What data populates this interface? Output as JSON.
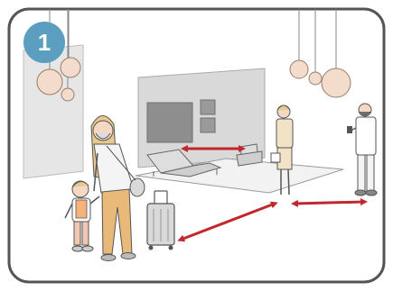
{
  "step": {
    "number": "1"
  },
  "colors": {
    "border": "#555555",
    "badge": "#5b9ebf",
    "arrow": "#c0282d",
    "wall": "#d9d9d9",
    "lamp": "#f3dccb",
    "skin": "#f4d8c4",
    "hair": "#e7c98f"
  },
  "scene": {
    "elements": [
      "wall-panel",
      "tv-screen",
      "wall-art",
      "sofa",
      "armchair",
      "rug",
      "pendant-lamps",
      "woman-with-mask",
      "child",
      "suitcase",
      "saleswoman",
      "salesman",
      "distance-arrows"
    ]
  }
}
